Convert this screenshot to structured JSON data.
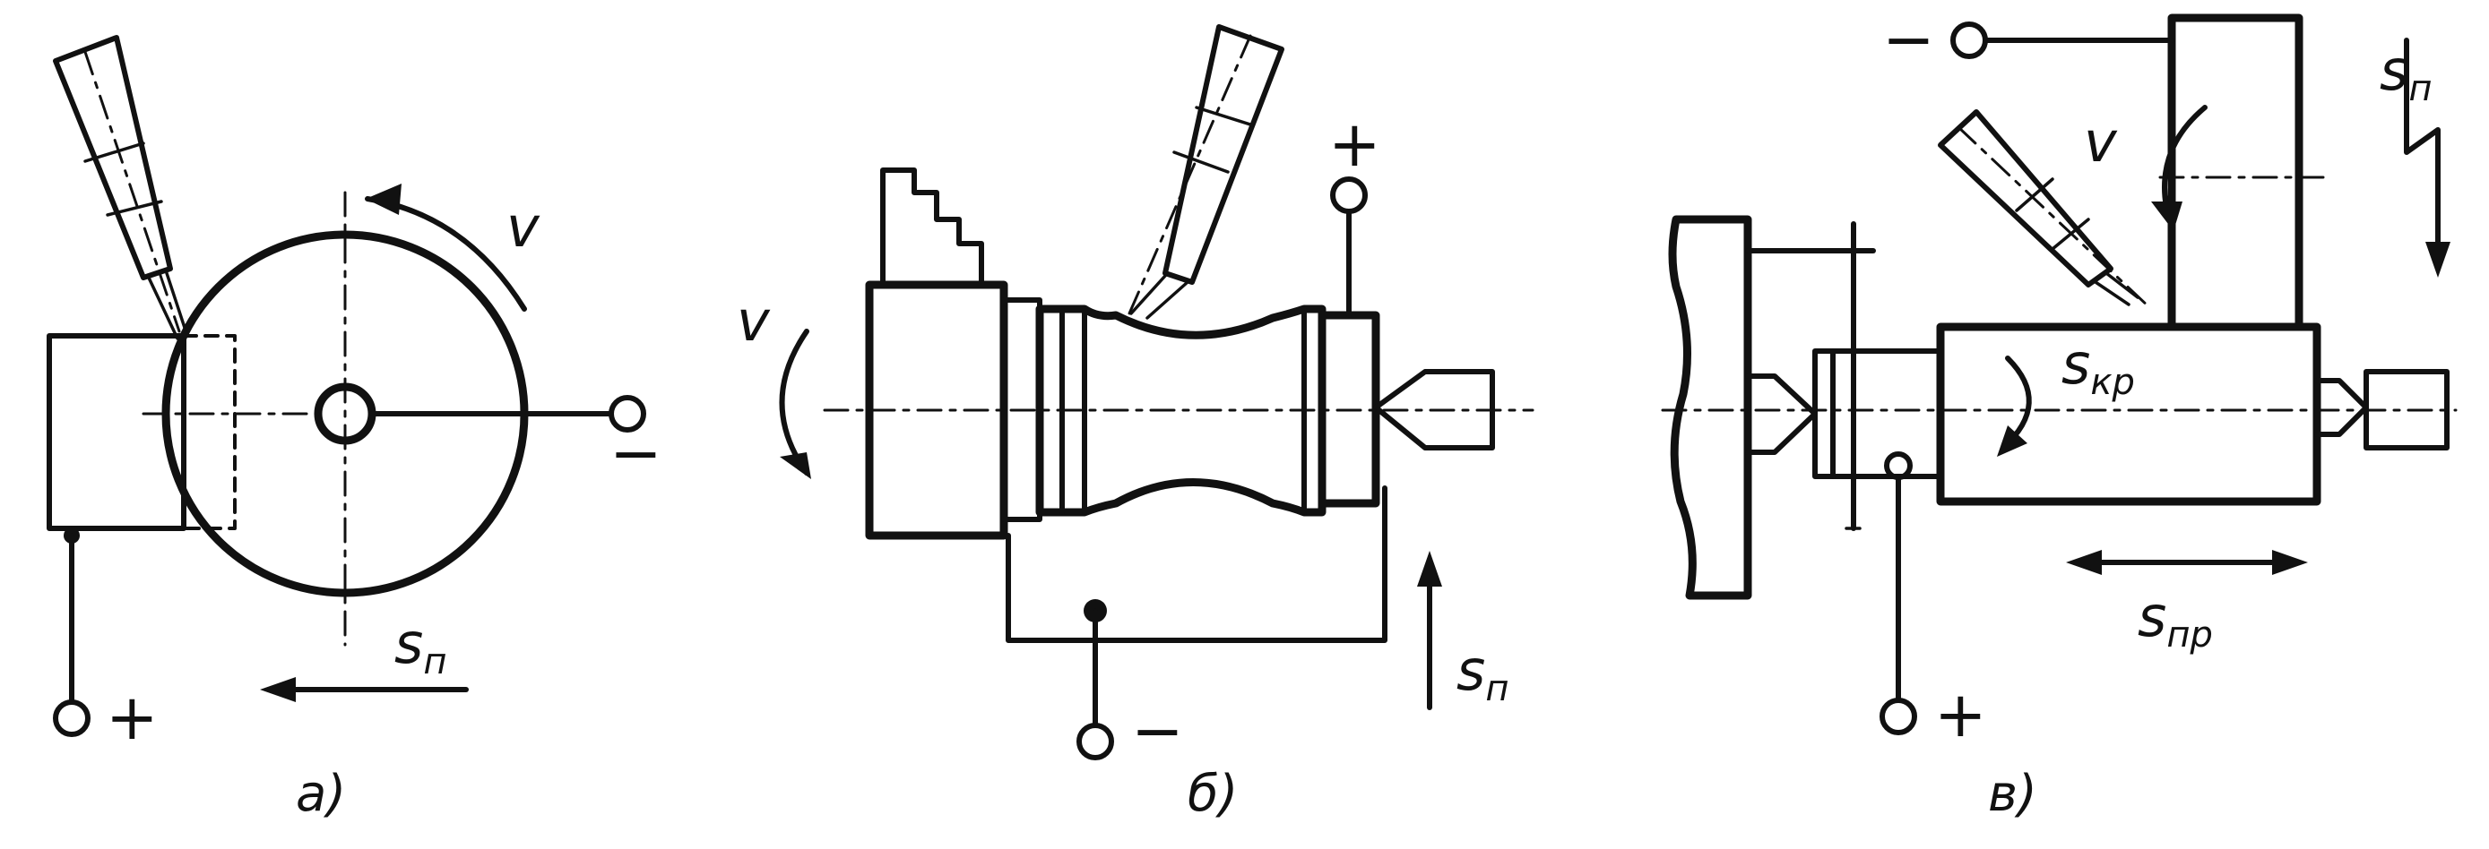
{
  "panels": [
    {
      "id": "a",
      "caption": "а)",
      "velocity_label": "v",
      "feed_label": "s",
      "feed_sub": "п",
      "plus_sign": "+",
      "minus_sign": "−"
    },
    {
      "id": "b",
      "caption": "б)",
      "velocity_label": "v",
      "feed_label": "s",
      "feed_sub": "п",
      "plus_sign": "+",
      "minus_sign": "−"
    },
    {
      "id": "c",
      "caption": "в)",
      "velocity_label": "v",
      "cross_feed_label": "s",
      "cross_feed_sub": "кр",
      "long_feed_label": "s",
      "long_feed_sub": "пр",
      "vert_feed_label": "s",
      "vert_feed_sub": "п",
      "plus_sign": "+",
      "minus_sign": "−"
    }
  ]
}
